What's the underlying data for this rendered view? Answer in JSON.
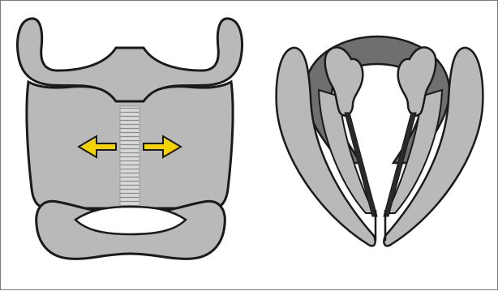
{
  "figure": {
    "panels": [
      {
        "name": "front-view",
        "arrows": [
          "left",
          "right"
        ],
        "arrow_color": "#F2D200"
      },
      {
        "name": "top-view"
      }
    ],
    "colors": {
      "cartilage": "#B9B9B9",
      "dark_cartilage": "#6F6F6F",
      "outline": "#1a1a1a",
      "background": "#FFFFFF"
    }
  }
}
